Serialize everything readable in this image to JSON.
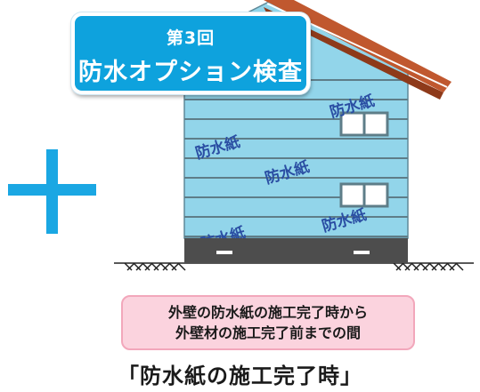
{
  "badge": {
    "line1": "第3回",
    "line2": "防水オプション検査"
  },
  "house": {
    "wall_labels": [
      "防水紙",
      "防水紙",
      "防水紙",
      "防水紙",
      "防水紙"
    ],
    "wall_color": "#92d5ea",
    "roof_color": "#c0582f",
    "foundation_color": "#4d4d4d"
  },
  "plus_sign_color": "#1aa7e3",
  "note": {
    "line1": "外壁の防水紙の施工完了時から",
    "line2": "外壁材の施工完了前までの間"
  },
  "caption": "「防水紙の施工完了時」"
}
